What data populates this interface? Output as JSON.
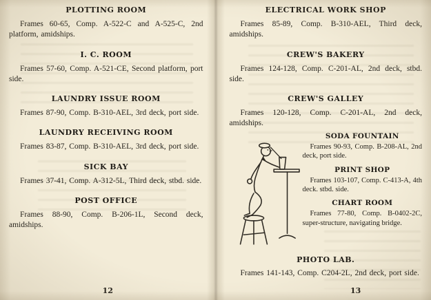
{
  "colors": {
    "paper": "#f3ecd8",
    "ink": "#25221c"
  },
  "page_left": {
    "number": "12",
    "sections": [
      {
        "heading": "PLOTTING ROOM",
        "body": "Frames 60-65, Comp. A-522-C and A-525-C, 2nd platform, amidships."
      },
      {
        "heading": "I. C. ROOM",
        "body": "Frames 57-60, Comp. A-521-CE, Second platform, port side."
      },
      {
        "heading": "LAUNDRY ISSUE ROOM",
        "body": "Frames 87-90, Comp. B-310-AEL, 3rd deck, port side."
      },
      {
        "heading": "LAUNDRY RECEIVING ROOM",
        "body": "Frames 83-87, Comp. B-310-AEL, 3rd deck, port side."
      },
      {
        "heading": "SICK BAY",
        "body": "Frames 37-41, Comp. A-312-5L, Third deck, stbd. side."
      },
      {
        "heading": "POST OFFICE",
        "body": "Frames 88-90, Comp. B-206-1L, Second deck, amidships."
      }
    ]
  },
  "page_right": {
    "number": "13",
    "sections_top": [
      {
        "heading": "ELECTRICAL WORK SHOP",
        "body": "Frames 85-89, Comp. B-310-AEL, Third deck, amidships."
      },
      {
        "heading": "CREW'S BAKERY",
        "body": "Frames 124-128, Comp. C-201-AL, 2nd deck, stbd. side."
      },
      {
        "heading": "CREW'S GALLEY",
        "body": "Frames 120-128, Comp. C-201-AL, 2nd deck, amidships."
      }
    ],
    "sections_side": [
      {
        "heading": "SODA FOUNTAIN",
        "body": "Frames 90-93, Comp. B-208-AL, 2nd deck, port side."
      },
      {
        "heading": "PRINT SHOP",
        "body": "Frames 103-107, Comp. C-413-A, 4th deck. stbd. side."
      },
      {
        "heading": "CHART ROOM",
        "body": "Frames 77-80, Comp. B-0402-2C, super-structure, navigating bridge."
      }
    ],
    "sections_bottom": [
      {
        "heading": "PHOTO LAB.",
        "body": "Frames 141-143, Comp. C204-2L, 2nd deck, port side."
      }
    ],
    "illustration": "sailor-drinking-soda-at-fountain-stool"
  }
}
